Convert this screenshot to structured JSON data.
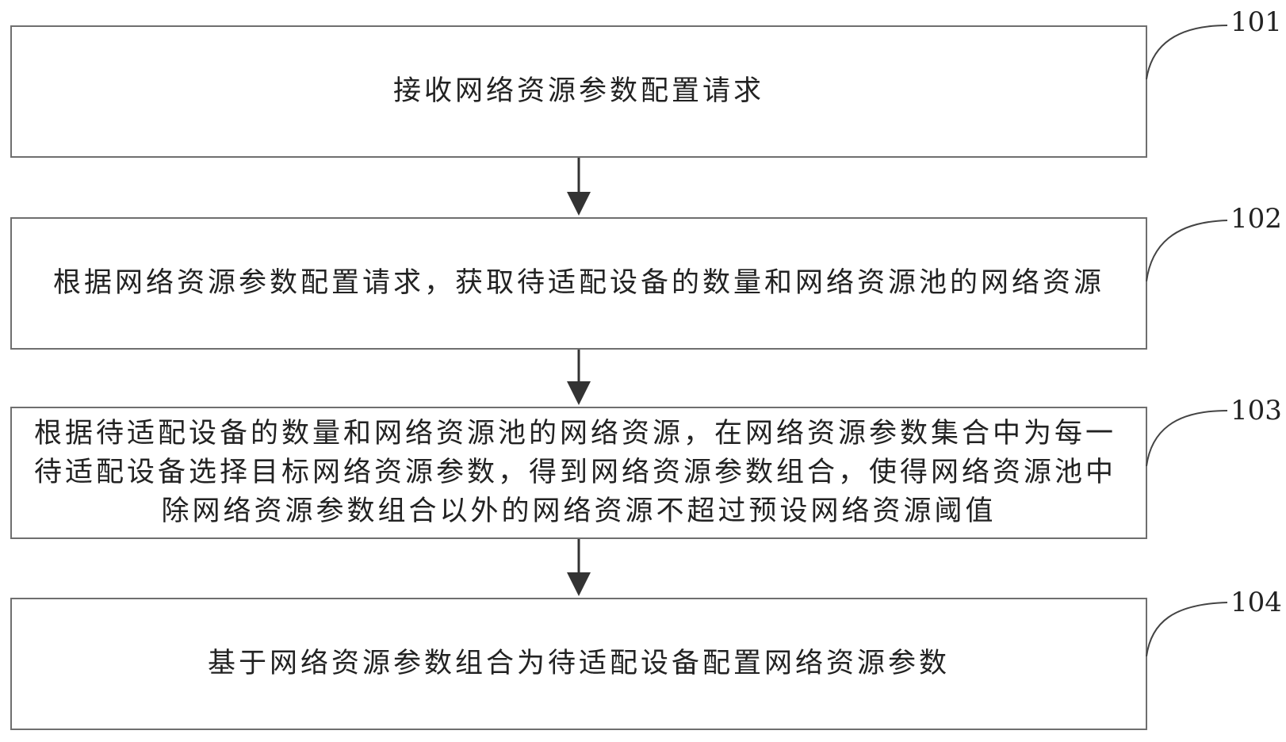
{
  "steps": [
    {
      "label": "101",
      "text": "接收网络资源参数配置请求"
    },
    {
      "label": "102",
      "text": "根据网络资源参数配置请求，获取待适配设备的数量和网络资源池的网络资源"
    },
    {
      "label": "103",
      "text": "根据待适配设备的数量和网络资源池的网络资源，在网络资源参数集合中为每一待适配设备选择目标网络资源参数，得到网络资源参数组合，使得网络资源池中除网络资源参数组合以外的网络资源不超过预设网络资源阈值"
    },
    {
      "label": "104",
      "text": "基于网络资源参数组合为待适配设备配置网络资源参数"
    }
  ],
  "colors": {
    "border": "#6f6f6f",
    "arrow": "#333333",
    "text": "#222222"
  }
}
